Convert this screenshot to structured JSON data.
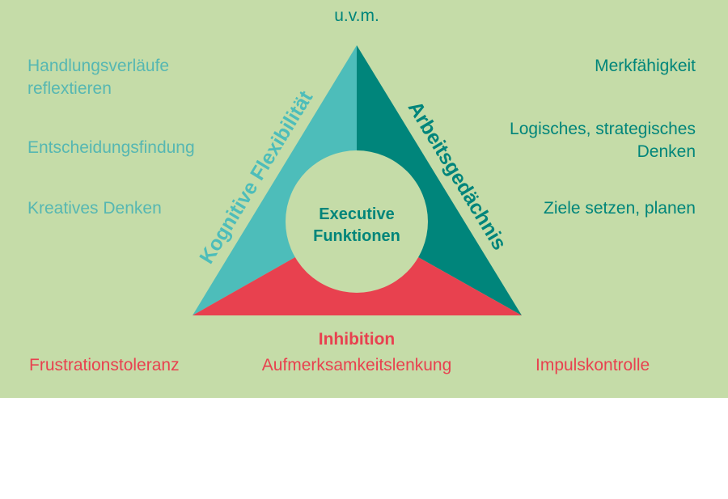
{
  "colors": {
    "background": "#c5dca8",
    "flexibility": "#4dbdba",
    "working_memory": "#00857b",
    "inhibition": "#e8414f"
  },
  "top": "u.v.m.",
  "center": {
    "line1": "Executive",
    "line2": "Funktionen"
  },
  "flexibility": {
    "title": "Kognitive Flexibilität",
    "items": [
      "Handlungsverläufe reflextieren",
      "Entscheidungsfindung",
      "Kreatives Denken"
    ]
  },
  "working_memory": {
    "title": "Arbeitsgedächnis",
    "items": [
      "Merkfähigkeit",
      "Logisches, strategisches Denken",
      "Ziele setzen, planen"
    ]
  },
  "inhibition": {
    "title": "Inhibition",
    "items": [
      "Frustrationstoleranz",
      "Aufmerksamkeitslenkung",
      "Impulskontrolle"
    ]
  }
}
